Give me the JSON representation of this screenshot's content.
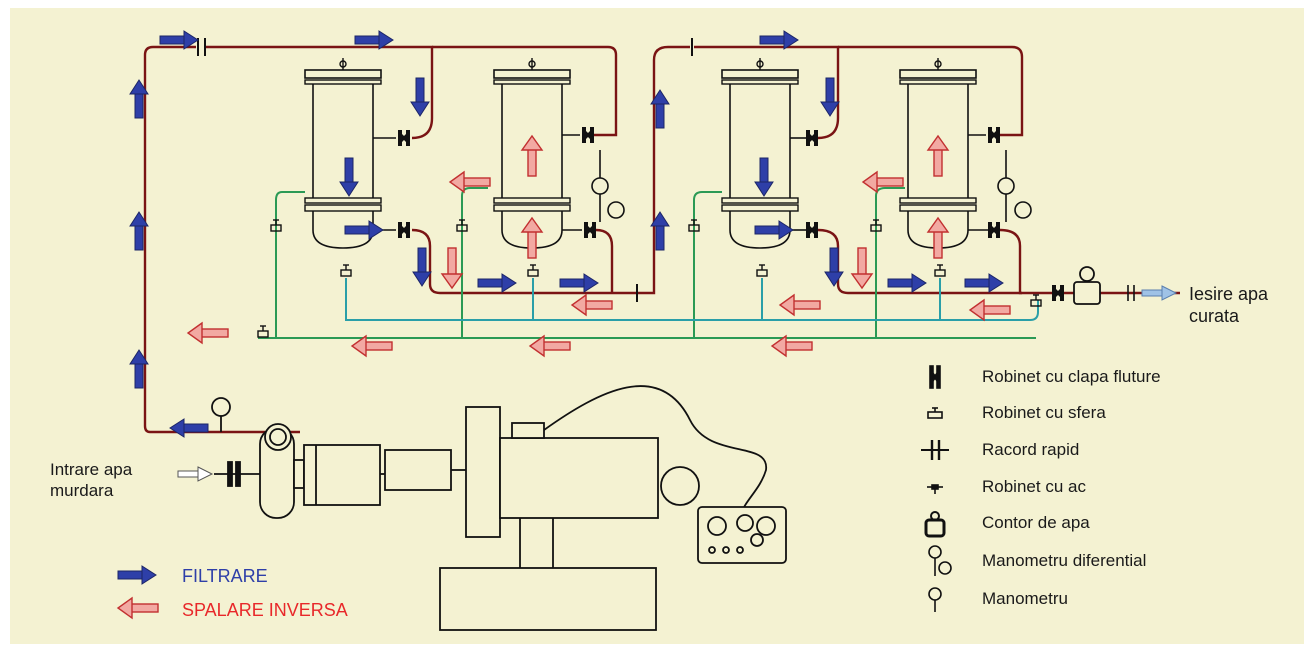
{
  "labels": {
    "outlet": "Iesire apa\ncurata",
    "inlet": "Intrare apa\nmurdara"
  },
  "flow_legend": {
    "filtrare": "FILTRARE",
    "spalare": "SPALARE INVERSA"
  },
  "symbol_legend": [
    {
      "icon": "butterfly-valve-icon",
      "label": "Robinet cu clapa fluture"
    },
    {
      "icon": "ball-valve-icon",
      "label": "Robinet cu sfera"
    },
    {
      "icon": "quick-coupling-icon",
      "label": "Racord rapid"
    },
    {
      "icon": "needle-valve-icon",
      "label": "Robinet cu ac"
    },
    {
      "icon": "water-meter-icon",
      "label": "Contor de apa"
    },
    {
      "icon": "differential-gauge-icon",
      "label": "Manometru diferential"
    },
    {
      "icon": "pressure-gauge-icon",
      "label": "Manometru"
    }
  ],
  "colors": {
    "background": "#f4f2d2",
    "pipe_main": "#7a1414",
    "pipe_green": "#2b9a55",
    "pipe_teal": "#2a9fa8",
    "arrow_blue": "#2e3fa8",
    "arrow_pink": "#f0a6a0"
  }
}
